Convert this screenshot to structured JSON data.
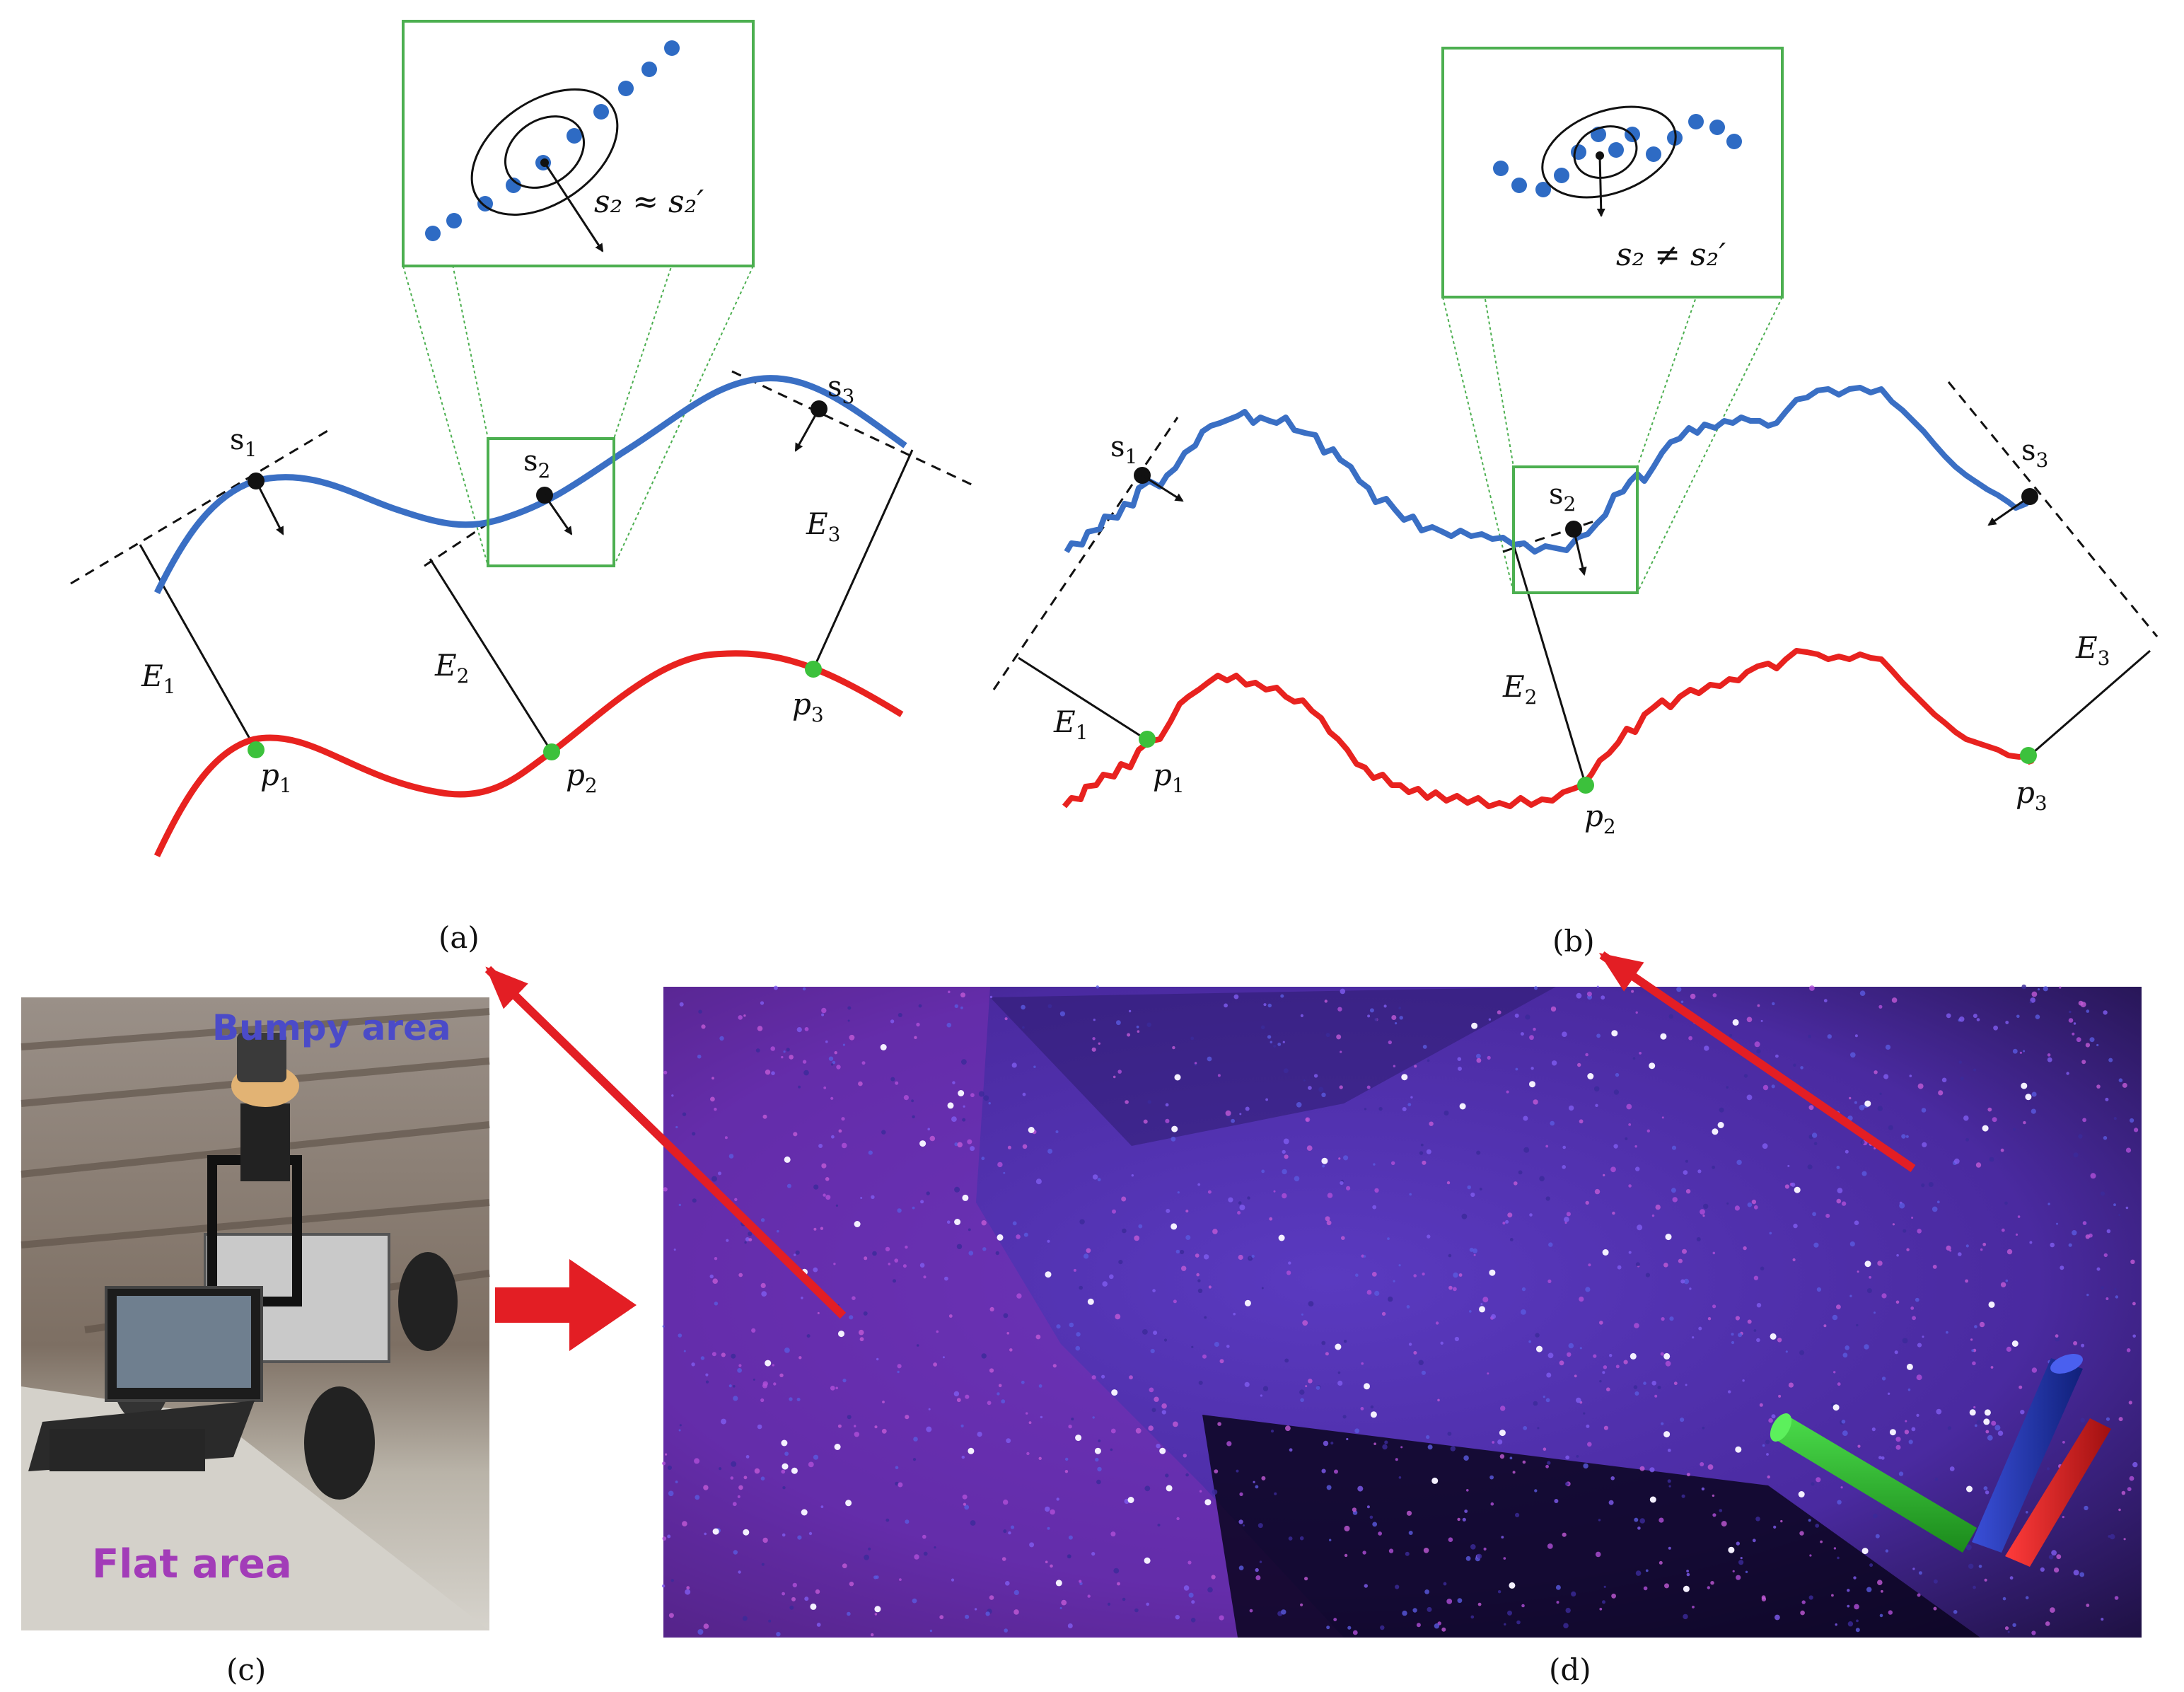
{
  "panel_a": {
    "caption": "(a)",
    "surface_labels": [
      "s",
      "s",
      "s"
    ],
    "surface_subs": [
      "1",
      "2",
      "3"
    ],
    "point_labels": [
      "p",
      "p",
      "p"
    ],
    "point_subs": [
      "1",
      "2",
      "3"
    ],
    "edge_labels": [
      "E",
      "E",
      "E"
    ],
    "edge_subs": [
      "1",
      "2",
      "3"
    ],
    "zoom_relation": "s₂ ≈ s₂′"
  },
  "panel_b": {
    "caption": "(b)",
    "surface_labels": [
      "s",
      "s",
      "s"
    ],
    "surface_subs": [
      "1",
      "2",
      "3"
    ],
    "point_labels": [
      "p",
      "p",
      "p"
    ],
    "point_subs": [
      "1",
      "2",
      "3"
    ],
    "edge_labels": [
      "E",
      "E",
      "E"
    ],
    "edge_subs": [
      "1",
      "2",
      "3"
    ],
    "zoom_relation": "s₂ ≠ s₂′"
  },
  "panel_c": {
    "caption": "(c)",
    "bumpy_label": "Bumpy area",
    "flat_label": "Flat area"
  },
  "panel_d": {
    "caption": "(d)"
  },
  "colors": {
    "blue_curve": "#3a6fc4",
    "red_curve": "#e8221f",
    "green_box": "#4caf50",
    "green_point": "#3cc13c",
    "arrow_red": "#e31e24",
    "bumpy_text": "#4b4bc8",
    "flat_text": "#a23cb8"
  },
  "icons": {
    "normal_vector": "arrow-icon",
    "axis_gizmo": "xyz-axis-icon"
  }
}
